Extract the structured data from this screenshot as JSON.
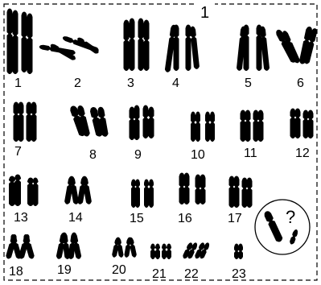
{
  "figure": {
    "panel_label": "1",
    "chromosome_labels": [
      "1",
      "2",
      "3",
      "4",
      "5",
      "6",
      "7",
      "8",
      "9",
      "10",
      "11",
      "12",
      "13",
      "14",
      "15",
      "16",
      "17",
      "18",
      "19",
      "20",
      "21",
      "22",
      "23"
    ],
    "inset_mark": "?"
  },
  "colors": {
    "ink": "#000000",
    "background": "#ffffff"
  }
}
